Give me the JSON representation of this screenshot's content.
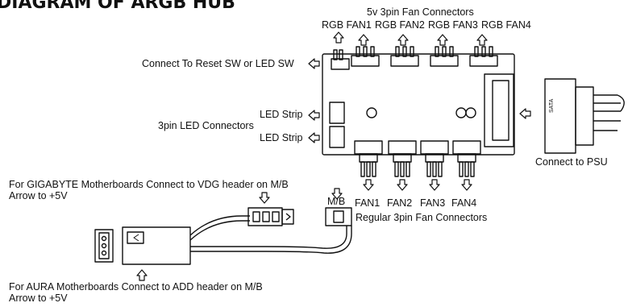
{
  "title": "DIAGRAM OF ARGB HUB",
  "labels": {
    "top_header": "5v 3pin Fan Connectors",
    "rgb_fan1": "RGB FAN1",
    "rgb_fan2": "RGB FAN2",
    "rgb_fan3": "RGB FAN3",
    "rgb_fan4": "RGB FAN4",
    "reset_sw": "Connect To Reset SW or LED SW",
    "led_strip_1": "LED Strip",
    "led_strip_2": "LED Strip",
    "led_connectors": "3pin LED Connectors",
    "sata": "SATA",
    "connect_psu": "Connect to PSU",
    "fan1": "FAN1",
    "fan2": "FAN2",
    "fan3": "FAN3",
    "fan4": "FAN4",
    "mb": "M/B",
    "regular_fans": "Regular 3pin Fan Connectors",
    "gigabyte_line1": "For GIGABYTE Motherboards Connect to VDG header on M/B",
    "gigabyte_line2": "Arrow to +5V",
    "aura_line1": "For AURA Motherboards Connect to ADD header on M/B",
    "aura_line2": "Arrow to +5V"
  }
}
